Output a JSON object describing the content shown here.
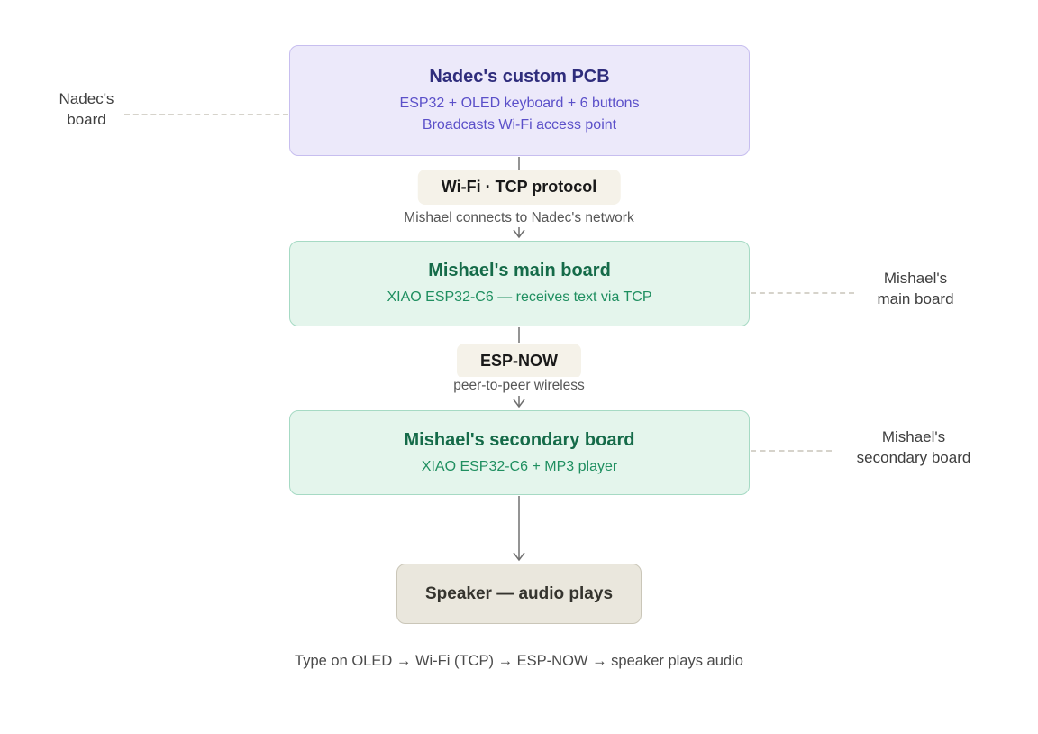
{
  "diagram": {
    "nodes": {
      "nadec": {
        "title": "Nadec's custom PCB",
        "line1": "ESP32 + OLED keyboard + 6 buttons",
        "line2": "Broadcasts Wi-Fi access point"
      },
      "main": {
        "title": "Mishael's main board",
        "line1": "XIAO ESP32-C6 — receives text via TCP"
      },
      "secondary": {
        "title": "Mishael's secondary board",
        "line1": "XIAO ESP32-C6 + MP3 player"
      },
      "speaker": {
        "title": "Speaker — audio plays"
      }
    },
    "connectors": {
      "wifi": {
        "title": "Wi-Fi · TCP protocol",
        "subtitle": "Mishael connects to Nadec's network"
      },
      "espnow": {
        "title": "ESP-NOW",
        "subtitle": "peer-to-peer wireless"
      }
    },
    "side_labels": {
      "nadec": {
        "line1": "Nadec's",
        "line2": "board"
      },
      "main": {
        "line1": "Mishael's",
        "line2": "main board"
      },
      "secondary": {
        "line1": "Mishael's",
        "line2": "secondary board"
      }
    },
    "caption": "Type on OLED → Wi-Fi (TCP) → ESP-NOW → speaker plays audio",
    "colors": {
      "purple_bg": "#ECE9FA",
      "purple_border": "#C7BEEF",
      "purple_title": "#2F2D7C",
      "purple_text": "#5B50C9",
      "green_bg": "#E4F5EC",
      "green_border": "#A6DAC4",
      "green_title": "#156B49",
      "green_text": "#1F8F60",
      "connector_bg": "#F5F2E9",
      "speaker_bg": "#EAE7DD",
      "speaker_border": "#CAC6B8",
      "arrow": "#707070",
      "muted_text": "#565656"
    }
  }
}
